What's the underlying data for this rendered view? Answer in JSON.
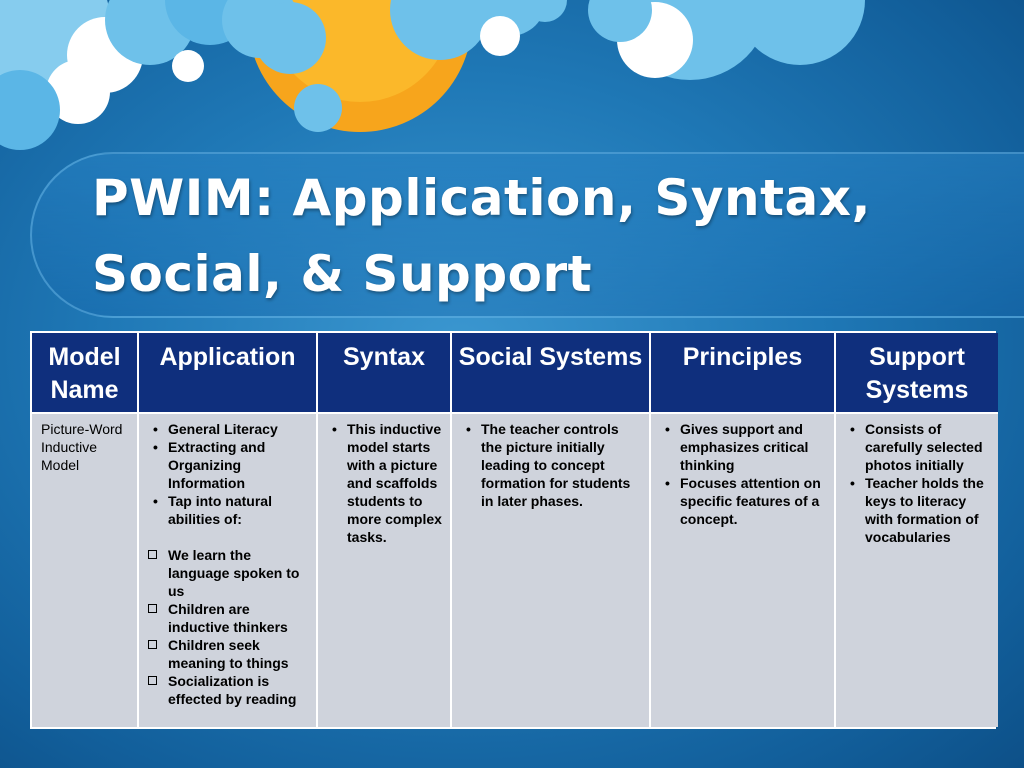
{
  "title_line1": "PWIM:  Application, Syntax,",
  "title_line2": "Social, & Support",
  "colors": {
    "header_bg": "#0f2f7d",
    "cell_bg": "#cfd3dc",
    "sun": "#f7a51c",
    "cloud": "#6ec1ea"
  },
  "table": {
    "headers": [
      "Model Name",
      "Application",
      "Syntax",
      "Social Systems",
      "Principles",
      "Support Systems"
    ],
    "model_name": "Picture-Word Inductive Model",
    "application": {
      "bullets": [
        "General Literacy",
        "Extracting and Organizing Information",
        "Tap into natural abilities of:"
      ],
      "checks": [
        "We learn the language spoken to us",
        "Children are inductive thinkers",
        "Children seek meaning to things",
        "Socialization is effected by reading"
      ]
    },
    "syntax": [
      "This inductive model starts with a picture and scaffolds students to more complex tasks."
    ],
    "social_systems": [
      "The teacher controls the picture initially leading to concept formation for students in later phases."
    ],
    "principles": [
      "Gives support and emphasizes critical thinking",
      "Focuses attention on specific features of a concept."
    ],
    "support_systems": [
      "Consists of carefully selected photos initially",
      "Teacher holds the keys to literacy with formation of vocabularies"
    ]
  }
}
